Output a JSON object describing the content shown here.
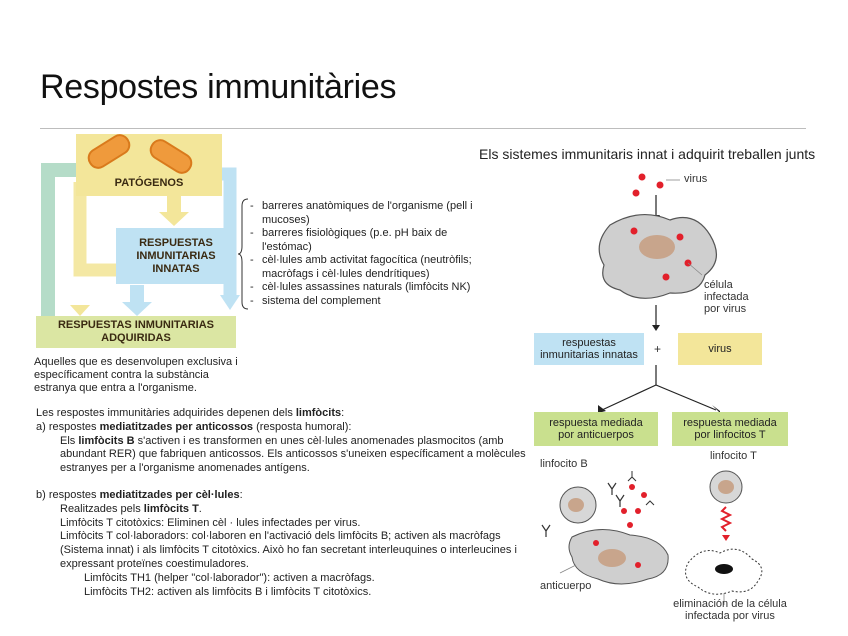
{
  "page": {
    "title": "Respostes immunitàries",
    "subtitle": "Els sistemes immunitaris innat i adquirit treballen junts"
  },
  "left_diagram": {
    "pathogens_label": "PATÓGENOS",
    "innate_label_lines": [
      "RESPUESTAS",
      "INMUNITARIAS",
      "INNATAS"
    ],
    "adaptive_label_lines": [
      "RESPUESTAS INMUNITARIAS",
      "ADQUIRIDAS"
    ],
    "innate_items": [
      "barreres anatòmiques de l'organisme (pell i mucoses)",
      "barreres fisiològiques (p.e. pH baix de l'estómac)",
      "cèl·lules amb activitat fagocítica (neutròfils; macròfags i cèl·lules dendrítiques)",
      "cèl·lules assassines naturals (limfòcits NK)",
      "sistema del complement"
    ],
    "adaptive_description": "Aquelles que es desenvolupen exclusiva i específicament contra la substància estranya que entra a l'organisme."
  },
  "body_text": {
    "intro_pre": "Les respostes immunitàries adquirides depenen dels ",
    "intro_bold": "limfòcits",
    "intro_post": ":",
    "a_pre": "a) respostes ",
    "a_bold": "mediatitzades per anticossos",
    "a_post": " (resposta humoral):",
    "a_detail_pre": "Els ",
    "a_detail_bold": "limfòcits B",
    "a_detail_post": " s'activen i es transformen en unes cèl·lules anomenades plasmocitos (amb abundant RER) que fabriquen anticossos. Els anticossos s'uneixen específicament a molècules estranyes per a l'organisme anomenades antígens.",
    "b_pre": "b) respostes ",
    "b_bold": "mediatitzades per cèl·lules",
    "b_post": ":",
    "b_line1_pre": "Realitzades pels ",
    "b_line1_bold": "limfòcits T",
    "b_line1_post": ".",
    "b_line2": "Limfòcits T citotòxics: Eliminen cèl · lules infectades per virus.",
    "b_line3": "Limfòcits T col·laboradors: col·laboren en l'activació dels limfòcits B; activen als macròfags (Sistema innat) i als limfòcits T citotòxics. Això ho fan secretant interleuquines o interleucines i expressant proteïnes coestimuladores.",
    "b_line4": "Limfòcits TH1 (helper \"col·laborador\"): activen a macròfags.",
    "b_line5": "Limfòcits TH2: activen als limfòcits B i limfòcits T citotòxics."
  },
  "right_diagram": {
    "virus_label": "virus",
    "infected_cell_lines": [
      "célula",
      "infectada",
      "por virus"
    ],
    "innate_box_lines": [
      "respuestas",
      "inmunitarias innatas"
    ],
    "plus": "+",
    "virus_box": "virus",
    "antibody_box_lines": [
      "respuesta mediada",
      "por anticuerpos"
    ],
    "tcell_box_lines": [
      "respuesta mediada",
      "por linfocitos T"
    ],
    "b_cell_label": "linfocito B",
    "t_cell_label": "linfocito T",
    "antibody_label": "anticuerpo",
    "elimination_lines": [
      "eliminación de la célula",
      "infectada por virus"
    ]
  },
  "colors": {
    "pathogen_yellow": "#f3e69a",
    "innate_blue": "#bfe2f3",
    "adaptive_green": "#dbe6a3",
    "green_box": "#c9e08e",
    "virus_red": "#e2202b",
    "cell_gray": "#c9c9c9",
    "nucleus": "#c8a58c"
  }
}
